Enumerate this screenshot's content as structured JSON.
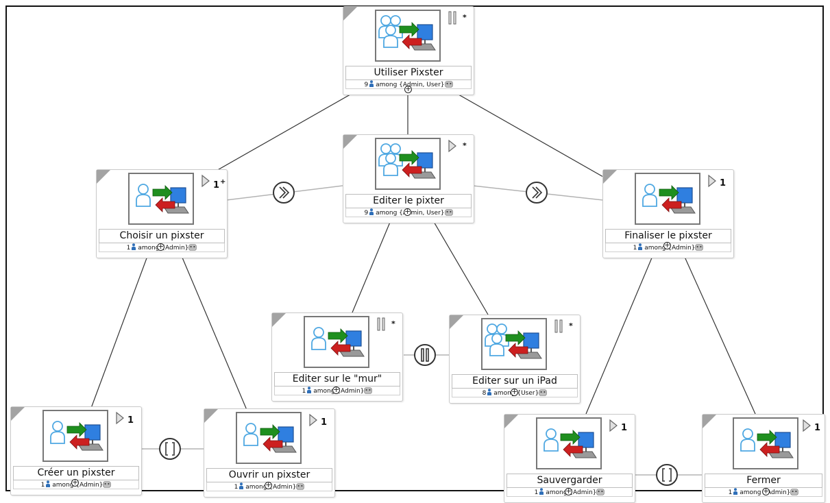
{
  "colors": {
    "border": "#111111",
    "arrow_green": "#1f8f1f",
    "arrow_red": "#cc2020",
    "screen_blue": "#2f7fe0",
    "person_blue": "#7ec4ef"
  },
  "tasks": {
    "root": {
      "name": "Utiliser Pixster",
      "count": "9",
      "among": "among {Admin, User}",
      "op": "parallel",
      "iteration": "*",
      "icon": "multi-user-task-icon"
    },
    "choisir": {
      "name": "Choisir un pixster",
      "count": "1",
      "among": "among {Admin}",
      "op": "enabling",
      "iteration": "1",
      "iteration_sup": "+",
      "icon": "user-task-icon"
    },
    "editer": {
      "name": "Editer le pixter",
      "count": "9",
      "among": "among {Admin, User}",
      "op": "enabling",
      "iteration": "*",
      "icon": "multi-user-task-icon"
    },
    "finaliser": {
      "name": "Finaliser le pixster",
      "count": "1",
      "among": "among {Admin}",
      "op": "enabling",
      "iteration": "1",
      "icon": "user-task-icon"
    },
    "mur": {
      "name": "Editer sur le \"mur\"",
      "count": "1",
      "among": "among {Admin}",
      "op": "parallel",
      "iteration": "*",
      "icon": "user-task-icon"
    },
    "ipad": {
      "name": "Editer sur un iPad",
      "count": "8",
      "among": "among {User}",
      "op": "parallel",
      "iteration": "*",
      "icon": "multi-user-task-icon"
    },
    "creer": {
      "name": "Créer un pixster",
      "count": "1",
      "among": "among {Admin}",
      "op": "enabling",
      "iteration": "1",
      "icon": "user-task-icon"
    },
    "ouvrir": {
      "name": "Ouvrir un pixster",
      "count": "1",
      "among": "among {Admin}",
      "op": "enabling",
      "iteration": "1",
      "icon": "user-task-icon"
    },
    "sauver": {
      "name": "Sauvergarder",
      "count": "1",
      "among": "among {Admin}",
      "op": "enabling",
      "iteration": "1",
      "icon": "user-task-icon"
    },
    "fermer": {
      "name": "Fermer",
      "count": "1",
      "among": "among {Admin}",
      "op": "enabling",
      "iteration": "1",
      "icon": "user-task-icon"
    }
  },
  "operators": [
    {
      "between": "Choisir un pixster / Editer le pixter",
      "type": "enabling",
      "icon": "enabling-operator-icon"
    },
    {
      "between": "Editer le pixter / Finaliser le pixster",
      "type": "enabling",
      "icon": "enabling-operator-icon"
    },
    {
      "between": "Editer sur le \"mur\" / Editer sur un iPad",
      "type": "concurrent",
      "icon": "concurrent-operator-icon"
    },
    {
      "between": "Créer un pixster / Ouvrir un pixster",
      "type": "choice",
      "icon": "choice-operator-icon"
    },
    {
      "between": "Sauvergarder / Fermer",
      "type": "choice",
      "icon": "choice-operator-icon"
    }
  ]
}
